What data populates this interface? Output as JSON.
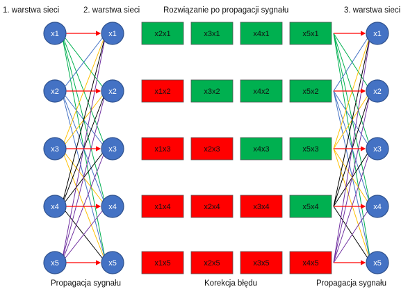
{
  "headers": {
    "layer1": "1. warstwa sieci",
    "layer2": "2. warstwa sieci",
    "solution": "Rozwiązanie po propagacji sygnału",
    "layer3": "3. warstwa sieci"
  },
  "footers": {
    "left": "Propagacja sygnału",
    "middle": "Korekcja błędu",
    "right": "Propagacja sygnału"
  },
  "nodes": [
    "x1",
    "x2",
    "x3",
    "x4",
    "x5"
  ],
  "matrix": {
    "columns": 4,
    "rows": [
      [
        {
          "label": "x2x1",
          "state": "correct"
        },
        {
          "label": "x3x1",
          "state": "correct"
        },
        {
          "label": "x4x1",
          "state": "correct"
        },
        {
          "label": "x5x1",
          "state": "correct"
        }
      ],
      [
        {
          "label": "x1x2",
          "state": "error"
        },
        {
          "label": "x3x2",
          "state": "correct"
        },
        {
          "label": "x4x2",
          "state": "correct"
        },
        {
          "label": "x5x2",
          "state": "correct"
        }
      ],
      [
        {
          "label": "x1x3",
          "state": "error"
        },
        {
          "label": "x2x3",
          "state": "error"
        },
        {
          "label": "x4x3",
          "state": "correct"
        },
        {
          "label": "x5x3",
          "state": "correct"
        }
      ],
      [
        {
          "label": "x1x4",
          "state": "error"
        },
        {
          "label": "x2x4",
          "state": "error"
        },
        {
          "label": "x3x4",
          "state": "error"
        },
        {
          "label": "x5x4",
          "state": "correct"
        }
      ],
      [
        {
          "label": "x1x5",
          "state": "error"
        },
        {
          "label": "x2x5",
          "state": "error"
        },
        {
          "label": "x3x5",
          "state": "error"
        },
        {
          "label": "x4x5",
          "state": "error"
        }
      ]
    ]
  },
  "colors": {
    "node_fill": "#4472c4",
    "node_stroke": "#2f528f",
    "correct": "#00b050",
    "error": "#ff0000",
    "cell_stroke": "#555555",
    "arrow": "#ff0000",
    "edge_by_source": [
      "#00b050",
      "#4472c4",
      "#ffc000",
      "#000000",
      "#7030a0"
    ]
  }
}
